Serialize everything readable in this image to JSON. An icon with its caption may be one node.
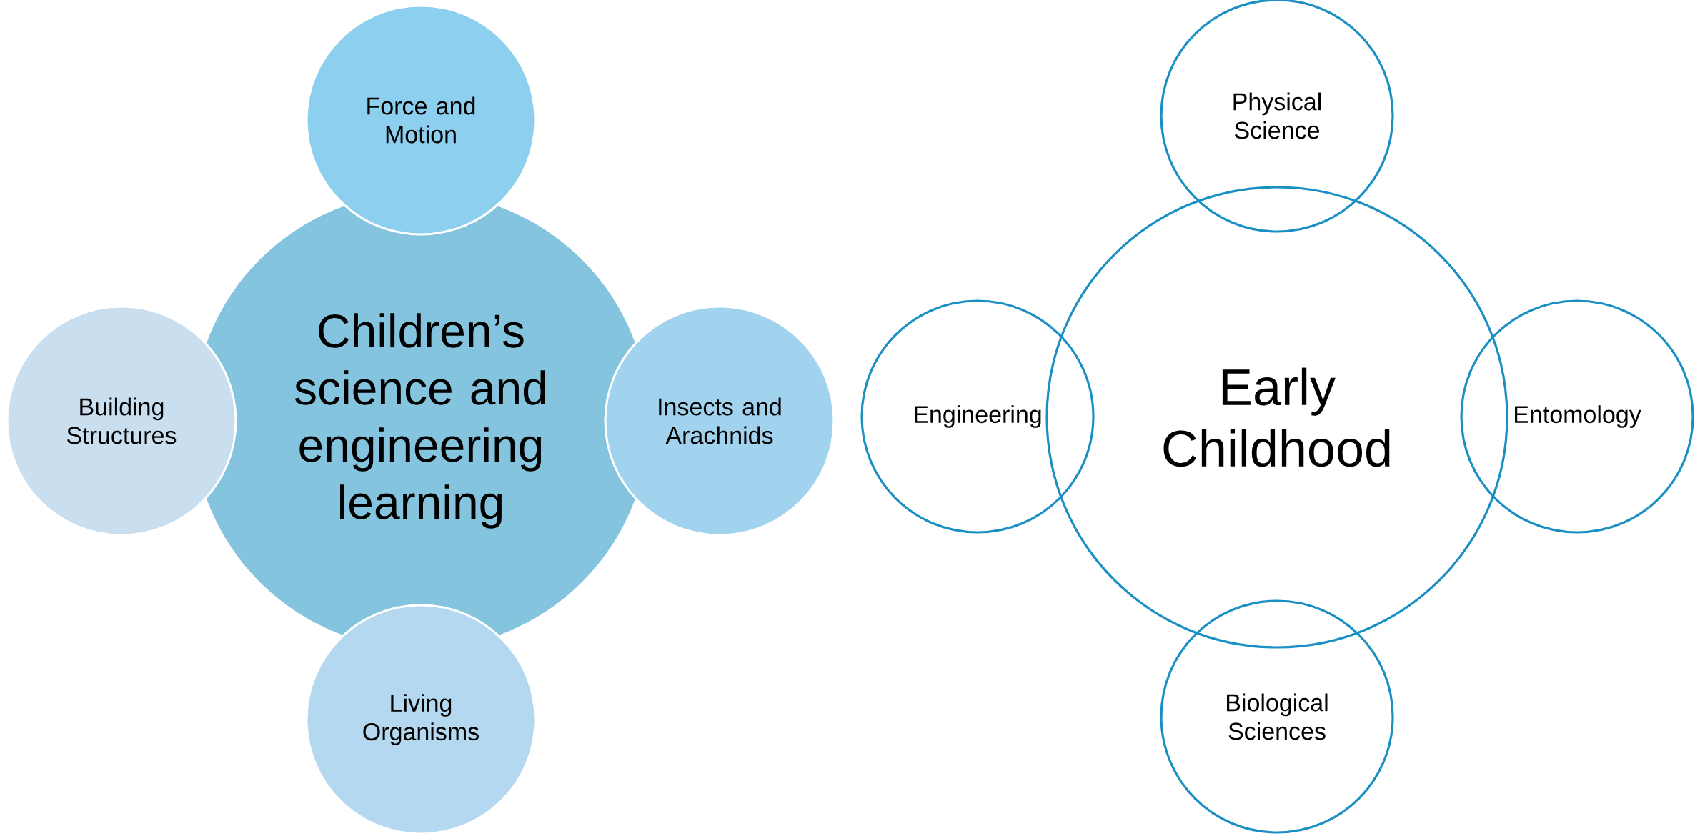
{
  "diagram": {
    "nodes": [
      {
        "text": [
          "Children’s science and engineering learning"
        ]
      },
      {
        "text": [
          "Force and Motion"
        ]
      },
      {
        "text": [
          "Building Structures"
        ]
      },
      {
        "text": [
          "Insects and Arachnids"
        ]
      },
      {
        "text": [
          "Living Organisms"
        ]
      },
      {
        "text": [
          "Early Childhood"
        ]
      },
      {
        "text": [
          "Physical Science"
        ]
      },
      {
        "text": [
          "Engineering"
        ]
      },
      {
        "text": [
          "Entomology"
        ]
      },
      {
        "text": [
          "Biological Sciences"
        ]
      }
    ]
  }
}
